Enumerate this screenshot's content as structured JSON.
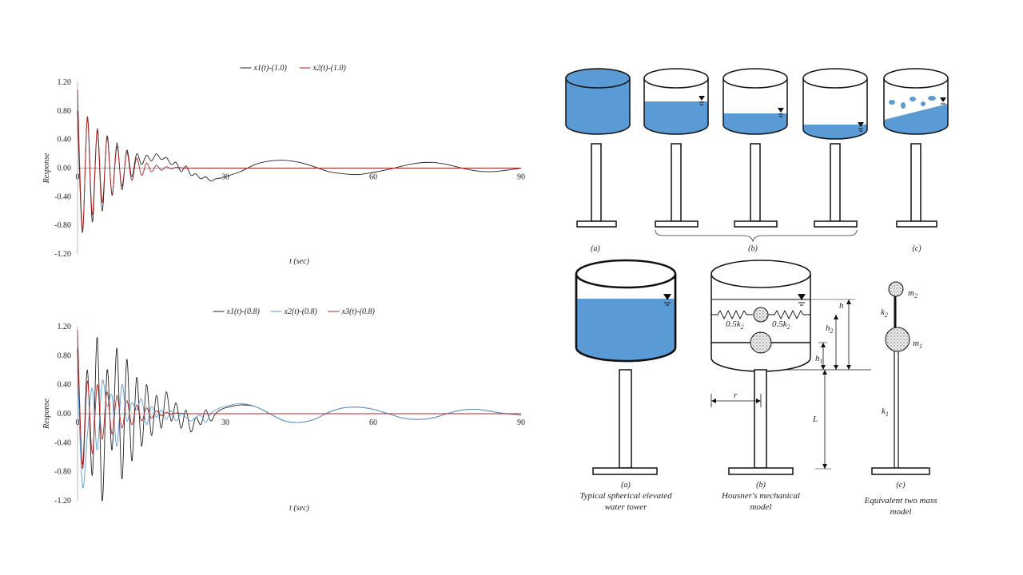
{
  "chart_data": [
    {
      "type": "line",
      "title": "",
      "xlabel": "t (sec)",
      "ylabel": "Response",
      "xlim": [
        0,
        90
      ],
      "ylim": [
        -1.2,
        1.2
      ],
      "xticks": [
        "0",
        "30",
        "60",
        "90"
      ],
      "yticks": [
        "1.20",
        "0.80",
        "0.40",
        "0.00",
        "-0.40",
        "-0.80",
        "-1.20"
      ],
      "legend": "top-center",
      "series": [
        {
          "name": "x1(t)-(1.0)",
          "color": "#222222",
          "x": [
            0,
            1,
            2,
            3,
            4,
            5,
            6,
            7,
            8,
            9,
            10,
            11,
            12,
            13,
            14,
            15,
            16,
            17,
            18,
            19,
            20,
            21,
            22,
            23,
            24,
            25,
            26,
            27,
            28,
            29,
            30,
            33,
            36,
            39,
            42,
            45,
            48,
            51,
            54,
            57,
            60,
            63,
            66,
            69,
            72,
            75,
            78,
            81,
            84,
            87,
            90
          ],
          "y": [
            0.8,
            -0.9,
            0.7,
            -0.75,
            0.52,
            -0.6,
            0.45,
            -0.38,
            0.35,
            -0.3,
            0.25,
            -0.12,
            0.2,
            0.05,
            0.18,
            0.1,
            0.2,
            0.12,
            0.15,
            0.05,
            0.08,
            -0.05,
            0.03,
            -0.1,
            -0.08,
            -0.15,
            -0.12,
            -0.18,
            -0.15,
            -0.14,
            -0.12,
            -0.05,
            0.05,
            0.1,
            0.11,
            0.08,
            0.02,
            -0.05,
            -0.08,
            -0.09,
            -0.06,
            -0.02,
            0.03,
            0.07,
            0.08,
            0.05,
            0.0,
            -0.04,
            -0.05,
            -0.03,
            0.0
          ]
        },
        {
          "name": "x2(t)-(1.0)",
          "color": "#b22222",
          "x": [
            0,
            1,
            2,
            3,
            4,
            5,
            6,
            7,
            8,
            9,
            10,
            11,
            12,
            13,
            14,
            15,
            16,
            17,
            18,
            19,
            20,
            22,
            24,
            26,
            28,
            30,
            40,
            50,
            60,
            70,
            80,
            90
          ],
          "y": [
            1.1,
            -0.85,
            0.72,
            -0.65,
            0.55,
            -0.48,
            0.42,
            -0.36,
            0.3,
            -0.25,
            0.22,
            -0.17,
            0.14,
            -0.1,
            0.07,
            -0.05,
            0.04,
            -0.03,
            0.02,
            -0.01,
            0.01,
            0.0,
            0.0,
            0.0,
            0.0,
            0.0,
            0.0,
            0.0,
            0.0,
            0.0,
            0.0,
            0.0
          ]
        }
      ]
    },
    {
      "type": "line",
      "title": "",
      "xlabel": "t (sec)",
      "ylabel": "Response",
      "xlim": [
        0,
        90
      ],
      "ylim": [
        -1.2,
        1.2
      ],
      "xticks": [
        "0",
        "30",
        "60",
        "90"
      ],
      "yticks": [
        "1.20",
        "0.80",
        "0.40",
        "0.00",
        "-0.40",
        "-0.80",
        "-1.20"
      ],
      "legend": "top-center",
      "series": [
        {
          "name": "x1(t)-(0.8)",
          "color": "#222222",
          "x": [
            0,
            1,
            2,
            3,
            4,
            5,
            6,
            7,
            8,
            9,
            10,
            11,
            12,
            13,
            14,
            15,
            16,
            17,
            18,
            19,
            20,
            21,
            22,
            23,
            24,
            25,
            26,
            27,
            28,
            29,
            30,
            33,
            36,
            39,
            42,
            45,
            48,
            51,
            54,
            57,
            60,
            63,
            66,
            69,
            72,
            75,
            78,
            81,
            84,
            87,
            90
          ],
          "y": [
            0.9,
            -0.7,
            0.6,
            -0.85,
            1.05,
            -1.2,
            0.6,
            -0.5,
            0.9,
            -0.9,
            0.75,
            -0.65,
            0.5,
            -0.45,
            0.4,
            -0.3,
            0.25,
            -0.2,
            0.3,
            -0.1,
            0.15,
            -0.2,
            0.05,
            -0.25,
            -0.05,
            -0.15,
            0.05,
            -0.1,
            0.0,
            0.05,
            0.08,
            0.12,
            0.1,
            0.0,
            -0.1,
            -0.12,
            -0.08,
            0.02,
            0.08,
            0.09,
            0.06,
            0.0,
            -0.06,
            -0.08,
            -0.06,
            0.0,
            0.05,
            0.06,
            0.03,
            0.0,
            -0.02
          ]
        },
        {
          "name": "x2(t)-(0.8)",
          "color": "#5b9bd5",
          "x": [
            0,
            1,
            2,
            3,
            4,
            5,
            6,
            7,
            8,
            9,
            10,
            11,
            12,
            13,
            14,
            15,
            16,
            17,
            18,
            19,
            20,
            21,
            22,
            23,
            24,
            25,
            26,
            27,
            28,
            29,
            30,
            33,
            36,
            39,
            42,
            45,
            48,
            51,
            54,
            57,
            60,
            63,
            66,
            69,
            72,
            75,
            78,
            81,
            84,
            87,
            90
          ],
          "y": [
            0.6,
            -1.0,
            -0.3,
            0.35,
            -0.5,
            0.45,
            0.1,
            0.25,
            -0.45,
            0.4,
            -0.1,
            0.15,
            0.05,
            0.2,
            -0.15,
            0.1,
            -0.05,
            0.05,
            -0.08,
            0.04,
            -0.1,
            0.0,
            -0.05,
            -0.1,
            -0.05,
            -0.02,
            -0.12,
            0.0,
            0.05,
            0.08,
            0.1,
            0.14,
            0.1,
            0.0,
            -0.1,
            -0.12,
            -0.08,
            0.02,
            0.08,
            0.09,
            0.06,
            0.0,
            -0.06,
            -0.08,
            -0.06,
            0.0,
            0.05,
            0.06,
            0.03,
            0.0,
            -0.02
          ]
        },
        {
          "name": "x3(t)-(0.8)",
          "color": "#b22222",
          "x": [
            0,
            1,
            2,
            3,
            4,
            5,
            6,
            7,
            8,
            9,
            10,
            11,
            12,
            13,
            14,
            15,
            16,
            17,
            18,
            19,
            20,
            22,
            24,
            26,
            28,
            30,
            40,
            50,
            60,
            70,
            80,
            90
          ],
          "y": [
            1.15,
            -0.75,
            0.45,
            -0.55,
            0.4,
            -0.35,
            0.3,
            -0.28,
            0.25,
            -0.2,
            0.18,
            -0.15,
            0.12,
            -0.1,
            0.08,
            -0.06,
            0.04,
            -0.03,
            0.02,
            -0.01,
            0.01,
            0.0,
            0.0,
            0.0,
            0.0,
            0.0,
            0.0,
            0.0,
            0.0,
            0.0,
            0.0,
            0.0
          ]
        }
      ]
    }
  ],
  "diagram": {
    "top_labels": [
      "(a)",
      "(b)",
      "(c)"
    ],
    "bottom_labels": [
      "(a)",
      "(b)",
      "(c)"
    ],
    "captions": {
      "a": [
        "Typical spherical elevated",
        "water tower"
      ],
      "b": [
        "Housner's mechanical",
        "model"
      ],
      "c": [
        "Equivalent two mass",
        "model"
      ]
    },
    "symbols": {
      "spring_k2": "0.5k",
      "spring_k2_sub": "2",
      "h": "h",
      "h1": "h",
      "h1_sub": "1",
      "h2": "h",
      "h2_sub": "2",
      "r": "r",
      "L": "L",
      "k1": "k",
      "k1_sub": "1",
      "k2": "k",
      "k2_sub": "2",
      "m1": "m",
      "m1_sub": "1",
      "m2": "m",
      "m2_sub": "2"
    },
    "colors": {
      "water": "#5b9bd5",
      "line": "#111111"
    }
  }
}
